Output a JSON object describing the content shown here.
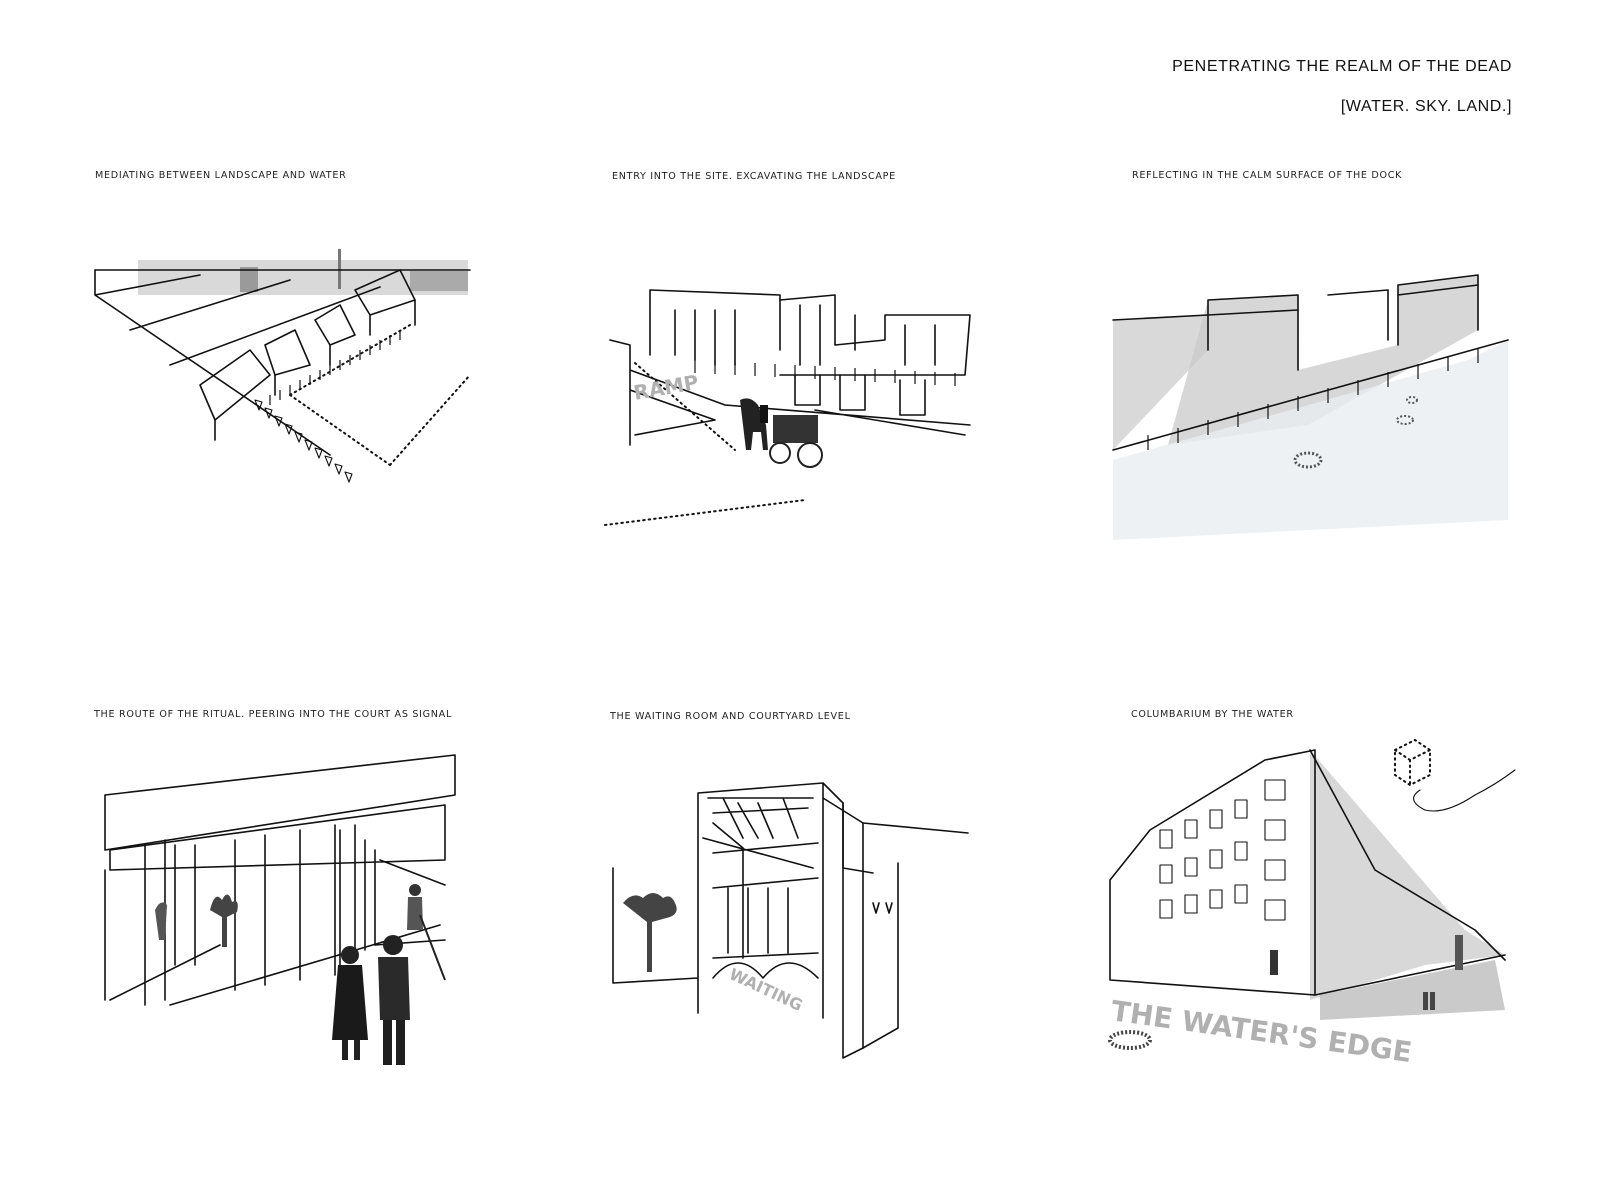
{
  "header": {
    "title": "PENETRATING THE REALM OF THE DEAD",
    "subtitle": "[WATER. SKY. LAND.]"
  },
  "panels": [
    {
      "label": "MEDIATING BETWEEN LANDSCAPE AND WATER"
    },
    {
      "label": "ENTRY INTO THE SITE.  EXCAVATING THE LANDSCAPE",
      "overlay": "RAMP"
    },
    {
      "label": "REFLECTING IN THE CALM SURFACE OF THE DOCK"
    },
    {
      "label": "THE ROUTE OF THE RITUAL.  PEERING INTO THE COURT AS SIGNAL"
    },
    {
      "label": "THE WAITING ROOM AND COURTYARD LEVEL",
      "overlay": "WAITING"
    },
    {
      "label": "COLUMBARIUM BY THE WATER",
      "overlay": "THE WATER'S EDGE"
    }
  ]
}
